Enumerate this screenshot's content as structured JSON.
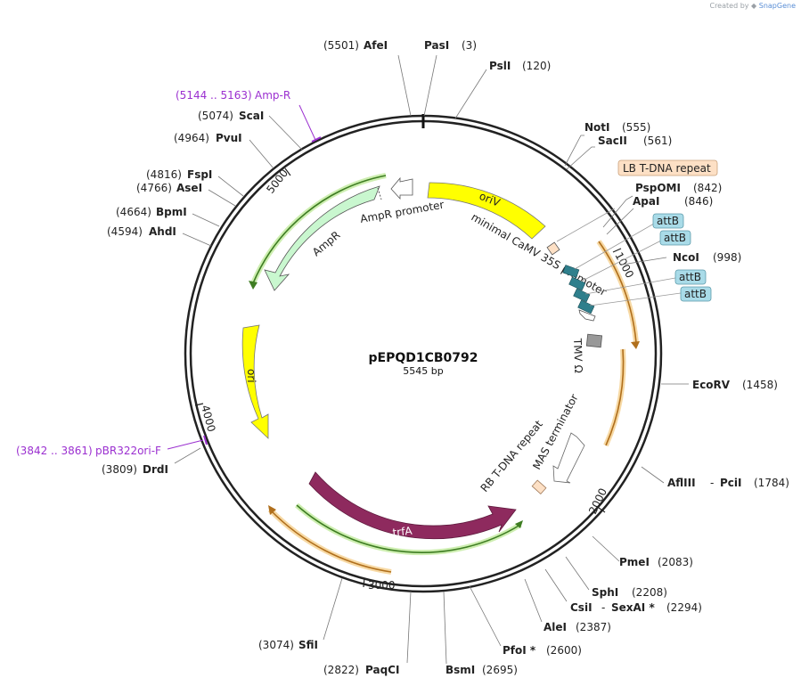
{
  "credit": {
    "prefix": "Created by",
    "brand": "SnapGene"
  },
  "plasmid": {
    "name": "pEPQD1CB0792",
    "size_label": "5545 bp",
    "length": 5545
  },
  "ticks": [
    "1000",
    "2000",
    "3000",
    "4000",
    "5000"
  ],
  "enzymes": [
    {
      "name": "AfeI",
      "pos": "(5501)"
    },
    {
      "name": "PasI",
      "pos": "(3)"
    },
    {
      "name": "PslI",
      "pos": "(120)"
    },
    {
      "name": "NotI",
      "pos": "(555)"
    },
    {
      "name": "SacII",
      "pos": "(561)"
    },
    {
      "name": "PspOMI",
      "pos": "(842)"
    },
    {
      "name": "ApaI",
      "pos": "(846)"
    },
    {
      "name": "NcoI",
      "pos": "(998)"
    },
    {
      "name": "EcoRV",
      "pos": "(1458)"
    },
    {
      "name": "AflIII",
      "name2": "PciI",
      "pos": "(1784)"
    },
    {
      "name": "PmeI",
      "pos": "(2083)"
    },
    {
      "name": "SphI",
      "pos": "(2208)"
    },
    {
      "name": "CsiI",
      "name2": "SexAI *",
      "pos": "(2294)"
    },
    {
      "name": "AleI",
      "pos": "(2387)"
    },
    {
      "name": "PfoI *",
      "pos": "(2600)"
    },
    {
      "name": "BsmI",
      "pos": "(2695)"
    },
    {
      "name": "PaqCI",
      "pos": "(2822)"
    },
    {
      "name": "SfiI",
      "pos": "(3074)"
    },
    {
      "name": "DrdI",
      "pos": "(3809)"
    },
    {
      "name": "AhdI",
      "pos": "(4594)"
    },
    {
      "name": "BpmI",
      "pos": "(4664)"
    },
    {
      "name": "AseI",
      "pos": "(4766)"
    },
    {
      "name": "FspI",
      "pos": "(4816)"
    },
    {
      "name": "PvuI",
      "pos": "(4964)"
    },
    {
      "name": "ScaI",
      "pos": "(5074)"
    }
  ],
  "primers": [
    {
      "range": "(5144 .. 5163)",
      "name": "Amp-R"
    },
    {
      "range": "(3842 .. 3861)",
      "name": "pBR322ori-F"
    }
  ],
  "features": {
    "oriV": "oriV",
    "ori": "ori",
    "trfA": "trfA",
    "ampr": "AmpR",
    "ampr_promoter": "AmpR promoter",
    "camv": "minimal CaMV 35S promoter",
    "tmv": "TMV Ω",
    "mas": "MAS terminator",
    "rb": "RB T-DNA repeat",
    "lb": "LB T-DNA repeat",
    "attb": [
      "attB",
      "attB",
      "attB",
      "attB"
    ]
  },
  "colors": {
    "backbone": "#222222",
    "oriV": "#ffff00",
    "ori": "#ffff00",
    "trfA": "#8e2a5e",
    "ampr": "#c9f7cf",
    "attb_box": "#a9dbe8",
    "attb_site": "#2f7f8c",
    "lb_box": "#fde0c5",
    "primer": "#9b30d0",
    "orange_arc": "#e8a33a",
    "green_arc": "#5fae3a"
  }
}
